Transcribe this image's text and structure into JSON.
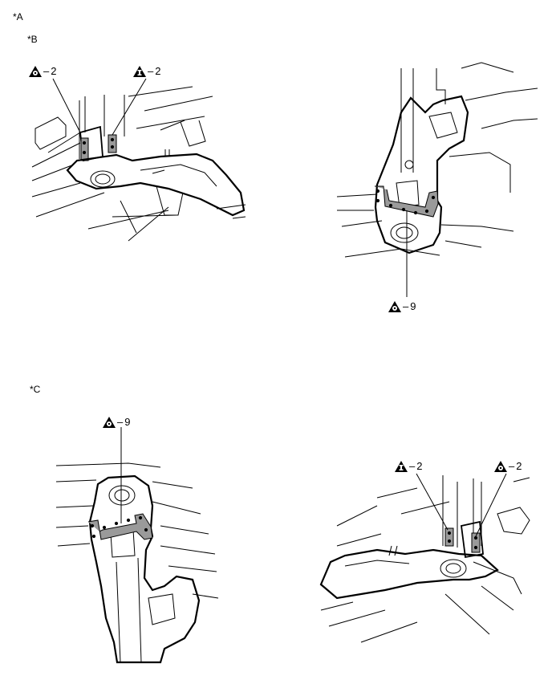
{
  "labels": {
    "a": "*A",
    "b": "*B",
    "c": "*C"
  },
  "callouts": {
    "b_left_count": "2",
    "b_right_count": "2",
    "b_bottom_count": "9",
    "c_top_count": "9",
    "c_left_count": "2",
    "c_right_count": "2"
  },
  "symbols": {
    "circle_dot": "spot-weld-icon",
    "i_mark": "weld-marker-icon"
  }
}
